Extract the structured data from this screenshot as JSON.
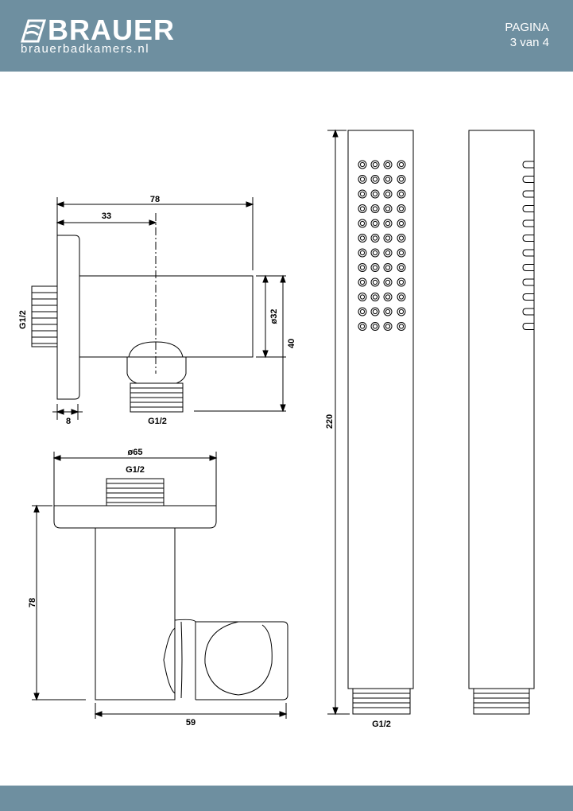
{
  "header": {
    "brand": "BRAUER",
    "website": "brauerbadkamers.nl",
    "page_label": "PAGINA",
    "page_number": "3 van 4"
  },
  "drawing": {
    "wall_outlet_side": {
      "dim_total_depth": "78",
      "dim_axis_offset": "33",
      "dim_flange": "8",
      "dim_diameter": "ø32",
      "dim_height": "40",
      "thread_left": "G1/2",
      "thread_bottom": "G1/2"
    },
    "wall_outlet_front": {
      "dim_flange_diameter": "ø65",
      "thread_top": "G1/2",
      "dim_height": "78",
      "dim_width": "59"
    },
    "hand_shower": {
      "dim_length": "220",
      "thread": "G1/2"
    }
  },
  "colors": {
    "header_bg": "#6e8fa0",
    "line": "#000000"
  }
}
